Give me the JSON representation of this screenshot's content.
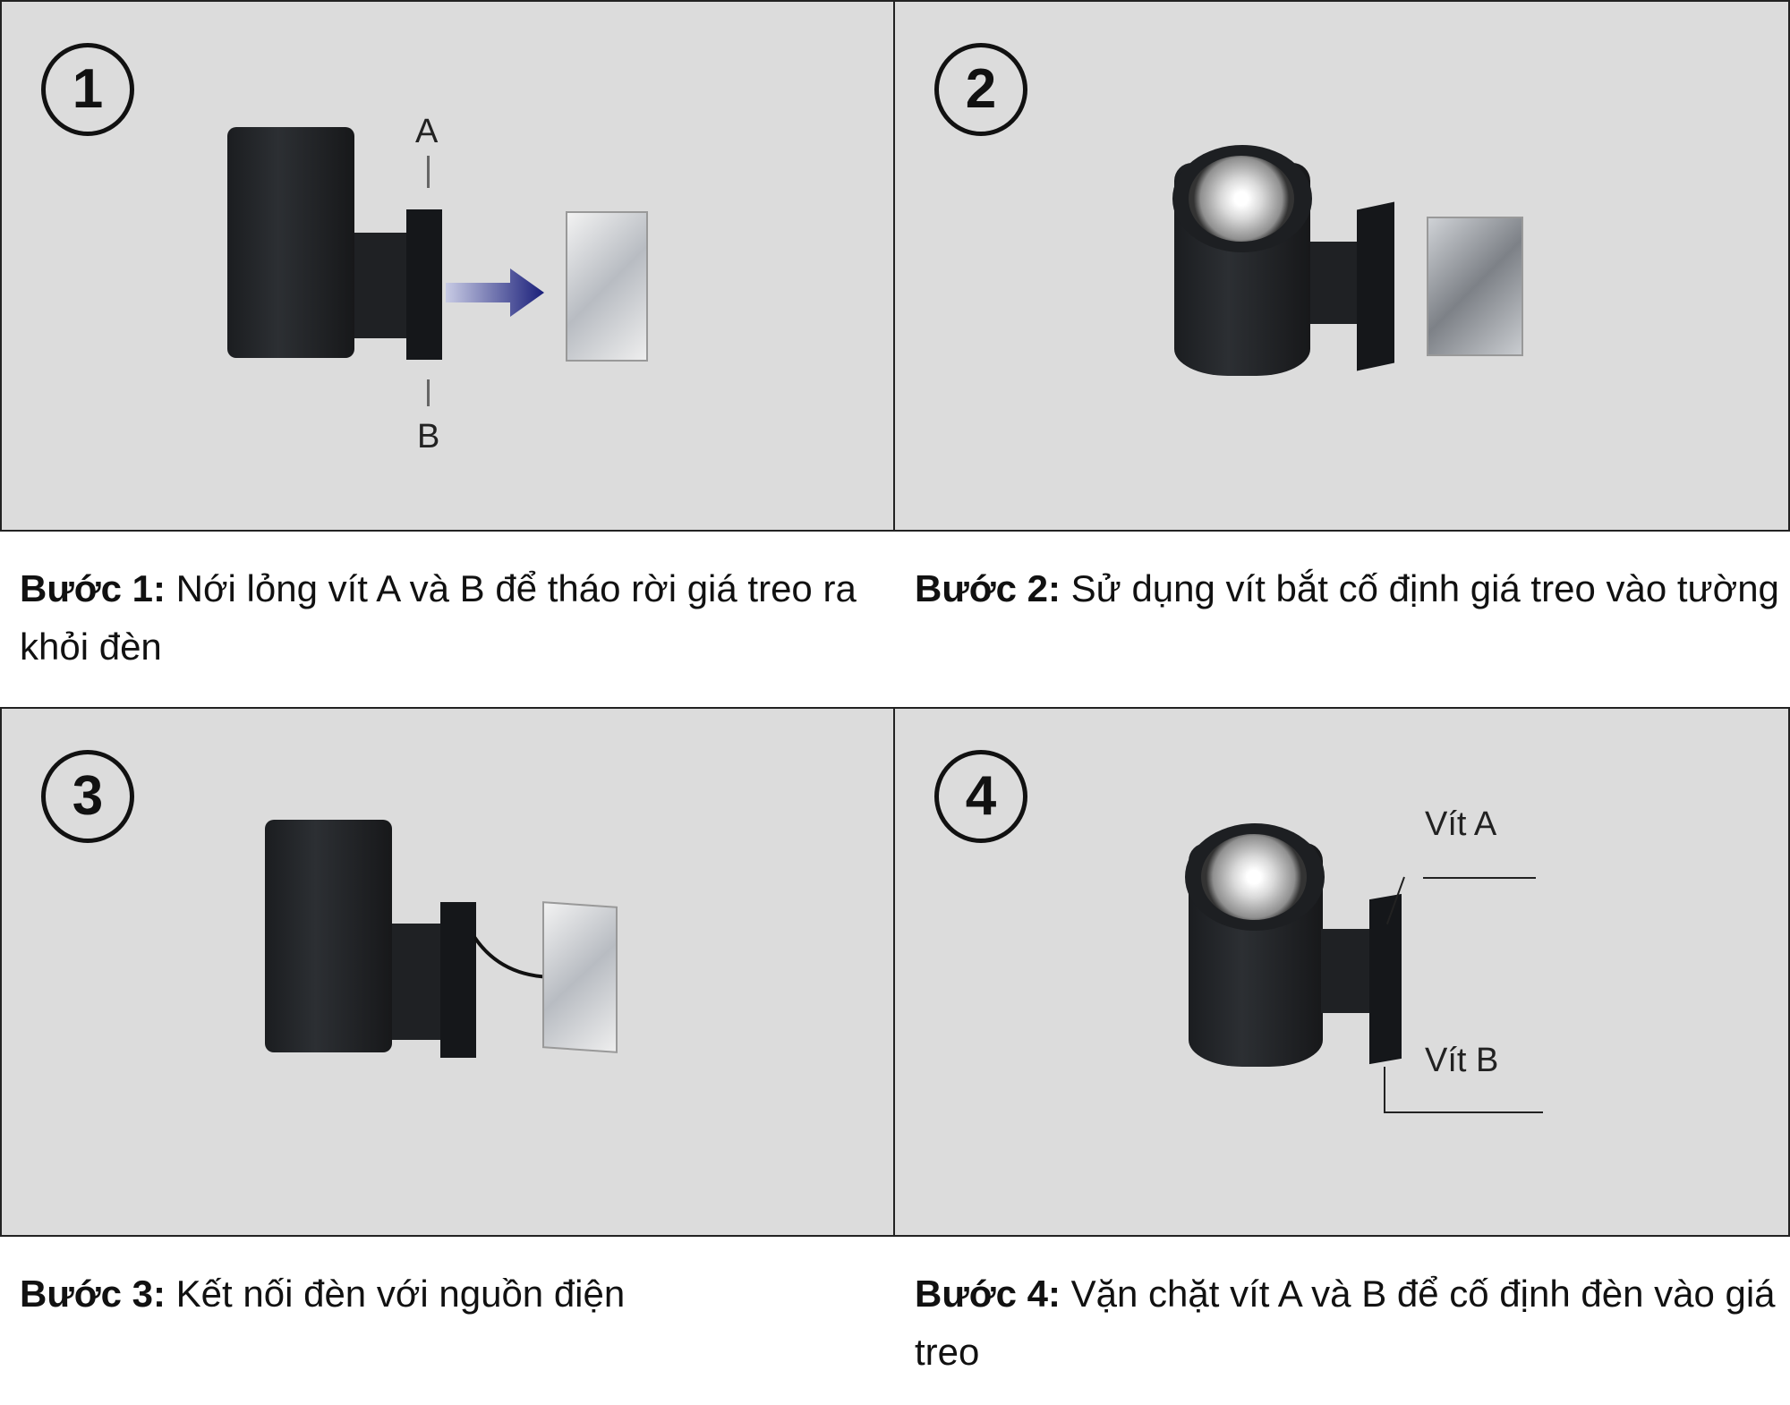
{
  "steps": [
    {
      "number": "1",
      "label": "Bước 1:",
      "text": " Nới lỏng vít A và B để tháo rời giá treo ra khỏi đèn",
      "annotations": {
        "top": "A",
        "bottom": "B"
      }
    },
    {
      "number": "2",
      "label": "Bước 2:",
      "text": " Sử dụng vít bắt cố định giá treo vào tường"
    },
    {
      "number": "3",
      "label": "Bước 3:",
      "text": " Kết nối đèn với nguồn điện"
    },
    {
      "number": "4",
      "label": "Bước 4:",
      "text": " Vặn chặt vít A và B để cố định đèn vào giá treo",
      "annotations": {
        "top": "Vít A",
        "bottom": "Vít B"
      }
    }
  ],
  "colors": {
    "panel_bg": "#dcdcdc",
    "lamp": "#1f2124",
    "arrow": "#1a1f7a"
  }
}
